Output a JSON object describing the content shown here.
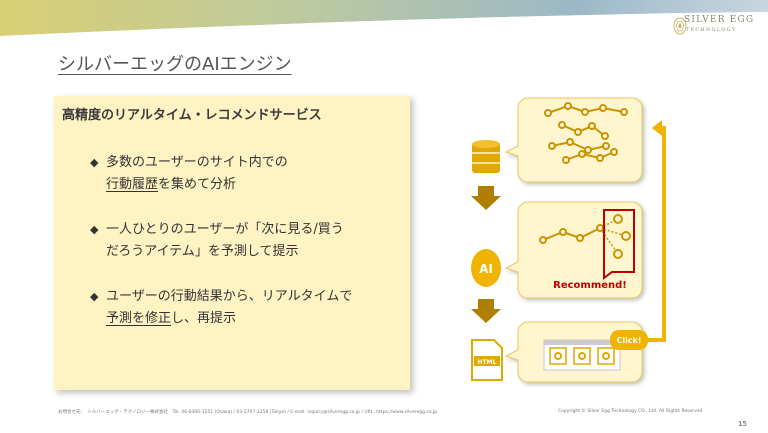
{
  "logo": {
    "line1": "SILVER EGG",
    "line2": "TECHNOLOGY"
  },
  "slide": {
    "title": "シルバーエッグのAIエンジン",
    "panel_heading": "高精度のリアルタイム・レコメンドサービス",
    "bullets": [
      {
        "line1": "多数のユーザーのサイト内での",
        "line2_underlined": "行動履歴",
        "line2_rest": "を集めて分析"
      },
      {
        "line1": "一人ひとりのユーザーが「次に見る/買う",
        "line2": "だろうアイテム」を予測して提示"
      },
      {
        "line1": "ユーザーの行動結果から、リアルタイムで",
        "line2_underlined": "予測を修正",
        "line2_rest": "し、再提示"
      }
    ],
    "bullet_mark": "◆"
  },
  "diagram": {
    "ai_label": "AI",
    "recommend_label": "Recommend!",
    "click_label": "Click!",
    "html_label": "HTML",
    "colors": {
      "gold": "#e0a800",
      "cream": "#fff6cf",
      "red": "#c00000",
      "brown": "#7a5a00"
    }
  },
  "footer": {
    "contact": "お問合せ先：　シルバーエッグ・テクノロジー株式会社　Tel. 06-6306-1551 (Osaka) / 03-5707-1259 (Tokyo) / E-mail: inquiry@silveregg.co.jp / URL: https://www.silveregg.co.jp",
    "copyright": "Copyright © Silver Egg Technology CO., Ltd. All Rights Reserved.",
    "page_number": "15"
  }
}
